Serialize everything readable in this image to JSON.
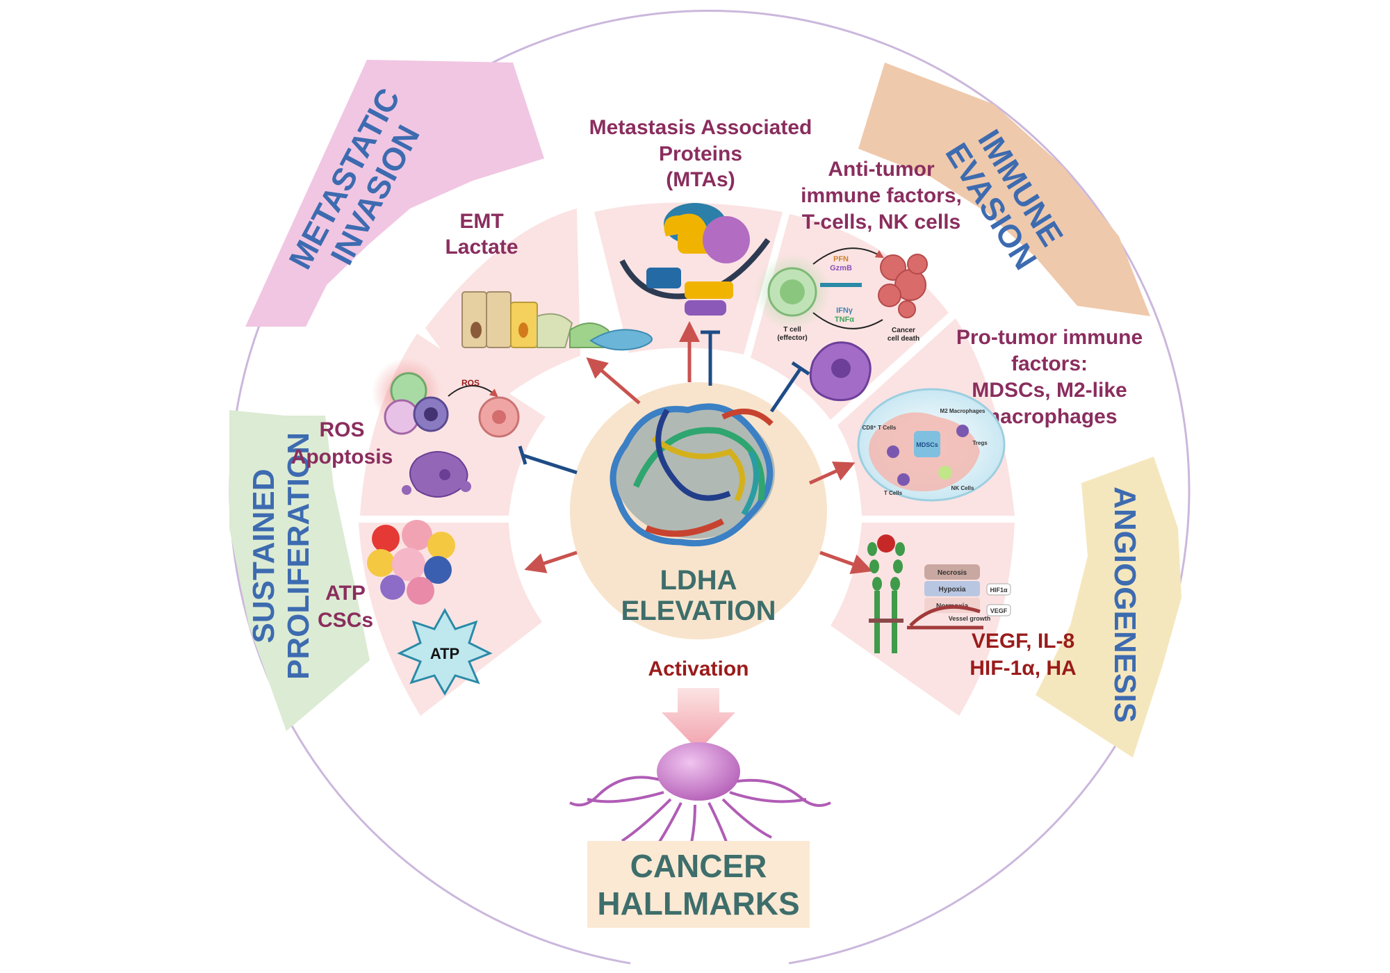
{
  "hallmarks": {
    "metastatic_invasion": [
      "METASTATIC",
      "INVASION"
    ],
    "immune_evasion": [
      "IMMUNE",
      "EVASION"
    ],
    "sustained_proliferation": [
      "SUSTAINED",
      "PROLIFERATION"
    ],
    "angiogenesis": "ANGIOGENESIS"
  },
  "sectors": {
    "mtas": [
      "Metastasis Associated",
      "Proteins",
      "(MTAs)"
    ],
    "emt": [
      "EMT",
      "Lactate"
    ],
    "anti_tumor": [
      "Anti-tumor",
      "immune factors,",
      "T-cells, NK cells"
    ],
    "pro_tumor": [
      "Pro-tumor immune",
      "factors:",
      "MDSCs, M2-like",
      "macrophages"
    ],
    "ros": [
      "ROS",
      "Apoptosis"
    ],
    "atp": [
      "ATP",
      "CSCs"
    ],
    "vegf": [
      "VEGF, IL-8",
      "HIF-1α, HA"
    ]
  },
  "center": {
    "line1": "LDHA",
    "line2": "ELEVATION"
  },
  "activation": "Activation",
  "outcome": {
    "line1": "CANCER",
    "line2": "HALLMARKS"
  },
  "mini_labels": {
    "ros": "ROS",
    "atp": "ATP",
    "pfn": "PFN",
    "gzmb": "GzmB",
    "ifng": "IFNγ",
    "tnfa": "TNFα",
    "tcell": "T cell",
    "effector": "(effector)",
    "cancer": "Cancer",
    "cell_death": "cell death",
    "mdscs": "MDSCs",
    "m2": "M2 Macrophages",
    "cd8": "CD8⁺ T Cells",
    "tregs": "Tregs",
    "nk": "NK Cells",
    "tcells": "T Cells",
    "necrosis": "Necrosis",
    "hypoxia": "Hypoxia",
    "normoxia": "Normoxia",
    "hif": "HIF1α",
    "vegf_small": "VEGF",
    "vessel": "Vessel growth"
  },
  "colors": {
    "ring": "#cbb7dc",
    "pink_band": "#f1c6e2",
    "orange_band": "#efc9ac",
    "green_band": "#dcebd3",
    "yellow_band": "#f5e7bd",
    "sector": "#fbe3e3",
    "center_disc": "#f8e4cc",
    "arrow_red": "#c9524f",
    "inhibit_blue": "#1e4c86",
    "title_purple": "#8a2d5e",
    "hallmark_blue": "#3d6bb0",
    "center_teal": "#3e6e6b"
  }
}
